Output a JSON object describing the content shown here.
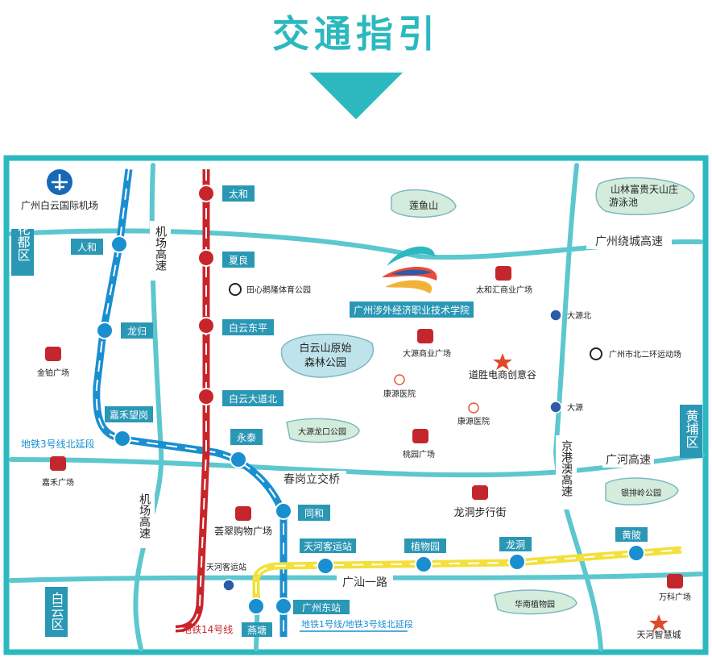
{
  "header": {
    "title": "交通指引"
  },
  "colors": {
    "accent": "#2cb8bf",
    "metro_blue": "#1a8fd0",
    "metro_red": "#c8252b",
    "metro_yellow": "#f3e03a",
    "road": "#5cc7cf",
    "icon_red": "#c4262e"
  },
  "map": {
    "airport": "广州白云国际机场",
    "districts": {
      "huadu": "花都区",
      "huangpu": "黄埔区",
      "baiyun": "白云区"
    },
    "roads": {
      "airport_expressway": "机场高速",
      "airport_expressway_2": "机场高速",
      "guangzhou_ring": "广州绕城高速",
      "jinggang": "京港澳高速",
      "guanghe": "广河高速",
      "chungang": "春岗立交桥",
      "guangshan": "广汕一路"
    },
    "line3_label": "地铁3号线北延段",
    "line14_label": "地铁14号线",
    "line1_label": "地铁1号线/地铁3号线北延段",
    "stations": {
      "renhe": "人和",
      "longgui": "龙归",
      "jiahewanggang": "嘉禾望岗",
      "yongtai": "永泰",
      "tonghe": "同和",
      "taihe": "太和",
      "xialiang": "夏良",
      "baiyundongping": "白云东平",
      "baiyundadaobei": "白云大道北",
      "tianhekeyunzhan": "天河客运站",
      "zhiwuyuan": "植物园",
      "longdong": "龙洞",
      "huangbei": "黄陂",
      "guangzhoudongzhan": "广州东站",
      "yantang": "燕塘",
      "tianhekeyunzhan_bus": "天河客运站",
      "dayuanbei": "大源北",
      "dayuan": "大源"
    },
    "places": {
      "school": "广州涉外经济职业技术学院",
      "lianyushan": "莲鱼山",
      "baiyunshan_park": "白云山原始森林公园",
      "baiyun_park_line1": "白云山原始",
      "baiyun_park_line2": "森林公园",
      "pool_line1": "山林富贵天山庄",
      "pool_line2": "游泳池",
      "tianxin_sports": "田心鹅隆体育公园",
      "taihehui": "太和汇商业广场",
      "dayuan_plaza": "大源商业广场",
      "daoshengdianshang": "道胜电商创意谷",
      "guangzhou_beierhuan": "广州市北二环运动场",
      "kangyuan_hospital_1": "康源医院",
      "kangyuan_hospital_2": "康源医院",
      "jinbo": "金铂广场",
      "jiahe_plaza": "嘉禾广场",
      "dayuan_longkou": "大源龙口公园",
      "taoyuan": "桃园广场",
      "longdong_street": "龙洞步行街",
      "yinpailing": "银排岭公园",
      "huicui": "荟翠购物广场",
      "huanan_botanic": "华南植物园",
      "wanke": "万科广场",
      "tianhe_zhihuicheng": "天河智慧城"
    }
  }
}
